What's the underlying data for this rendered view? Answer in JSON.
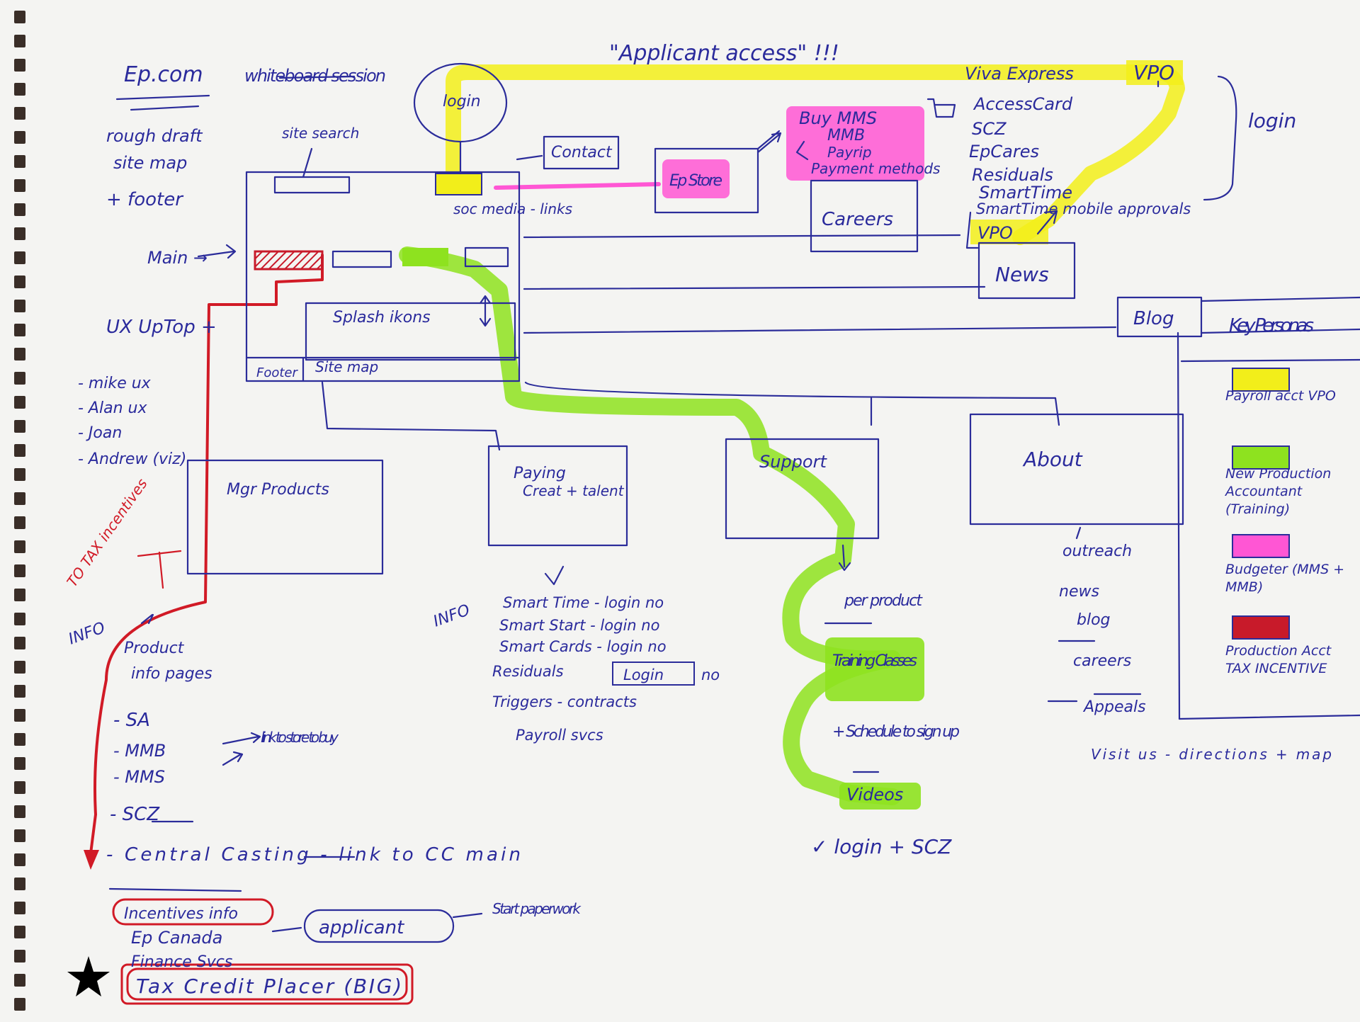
{
  "colors": {
    "paper": "#f4f4f2",
    "ink_blue": "#2a2a9c",
    "ink_red": "#d11a26",
    "highlight_yellow": "#f2ee1a",
    "highlight_green": "#8ee21f",
    "highlight_pink": "#ff56d4",
    "red_fill": "#c81a2a"
  },
  "header": {
    "title_left": "Ep.com",
    "title_mid": "whiteboard session",
    "rough": [
      "rough draft",
      "site map",
      "+ footer"
    ],
    "site_search": "site search",
    "main": "Main →"
  },
  "applicant": {
    "banner": "\"Applicant access\" !!!",
    "login": "login",
    "viva_express": "Viva Express",
    "vpo": "VPO",
    "vpo2": "VPO",
    "menu": [
      "AccessCard",
      "SCZ",
      "EpCares",
      "Residuals",
      "SmartTime",
      "SmartTime mobile approvals"
    ],
    "login_right": "login"
  },
  "page_boxes": {
    "contact": "Contact",
    "store": "Ep Store",
    "buy_items": [
      "Buy MMS",
      "MMB",
      "Payrip",
      "Payment methods"
    ],
    "careers": "Careers",
    "news": "News",
    "blog": "Blog",
    "social": "soc media - links",
    "splash": "Splash ikons",
    "footer": "Footer",
    "sitemap": "Site map"
  },
  "ux": {
    "title": "UX UpTop +",
    "members": [
      "- mike ux",
      "- Alan ux",
      "- Joan",
      "- Andrew (viz)"
    ]
  },
  "sections": {
    "mgr_products": "Mgr Products",
    "paying": [
      "Paying",
      "Creat + talent"
    ],
    "support": "Support",
    "about": "About"
  },
  "tax": {
    "note": "TO TAX incentives"
  },
  "info_left": {
    "label": "INFO",
    "lines": [
      "Product",
      "info pages",
      "- SA",
      "- MMB",
      "- MMS",
      "- SCZ",
      "- Central Casting - link to CC main"
    ],
    "link_note": "link to store to buy"
  },
  "info_mid": {
    "label": "INFO",
    "lines": [
      "Smart Time - login no",
      "Smart Start - login no",
      "Smart Cards - login no",
      "Residuals",
      "Login",
      "no",
      "Triggers - contracts",
      "Payroll svcs"
    ]
  },
  "support_list": [
    "per product",
    "Training Classes",
    "+ Schedule to sign up",
    "Videos",
    "✓ login + SCZ"
  ],
  "about_list": [
    "outreach",
    "news",
    "blog",
    "careers",
    "Appeals",
    "Visit us - directions + map"
  ],
  "bottom_left": {
    "incentives": "Incentives info",
    "ep_canada": "Ep Canada",
    "finance": "Finance Svcs",
    "tax_credit": "Tax Credit Placer (BIG)",
    "applicant": "applicant",
    "start": "Start paperwork"
  },
  "personas": {
    "title": "Key Personas",
    "items": [
      {
        "label": "Payroll acct VPO",
        "color": "#f2ee1a"
      },
      {
        "label": "New Production Accountant (Training)",
        "color": "#8ee21f"
      },
      {
        "label": "Budgeter (MMS + MMB)",
        "color": "#ff56d4"
      },
      {
        "label": "Production Acct TAX INCENTIVE",
        "color": "#c81a2a"
      }
    ]
  }
}
